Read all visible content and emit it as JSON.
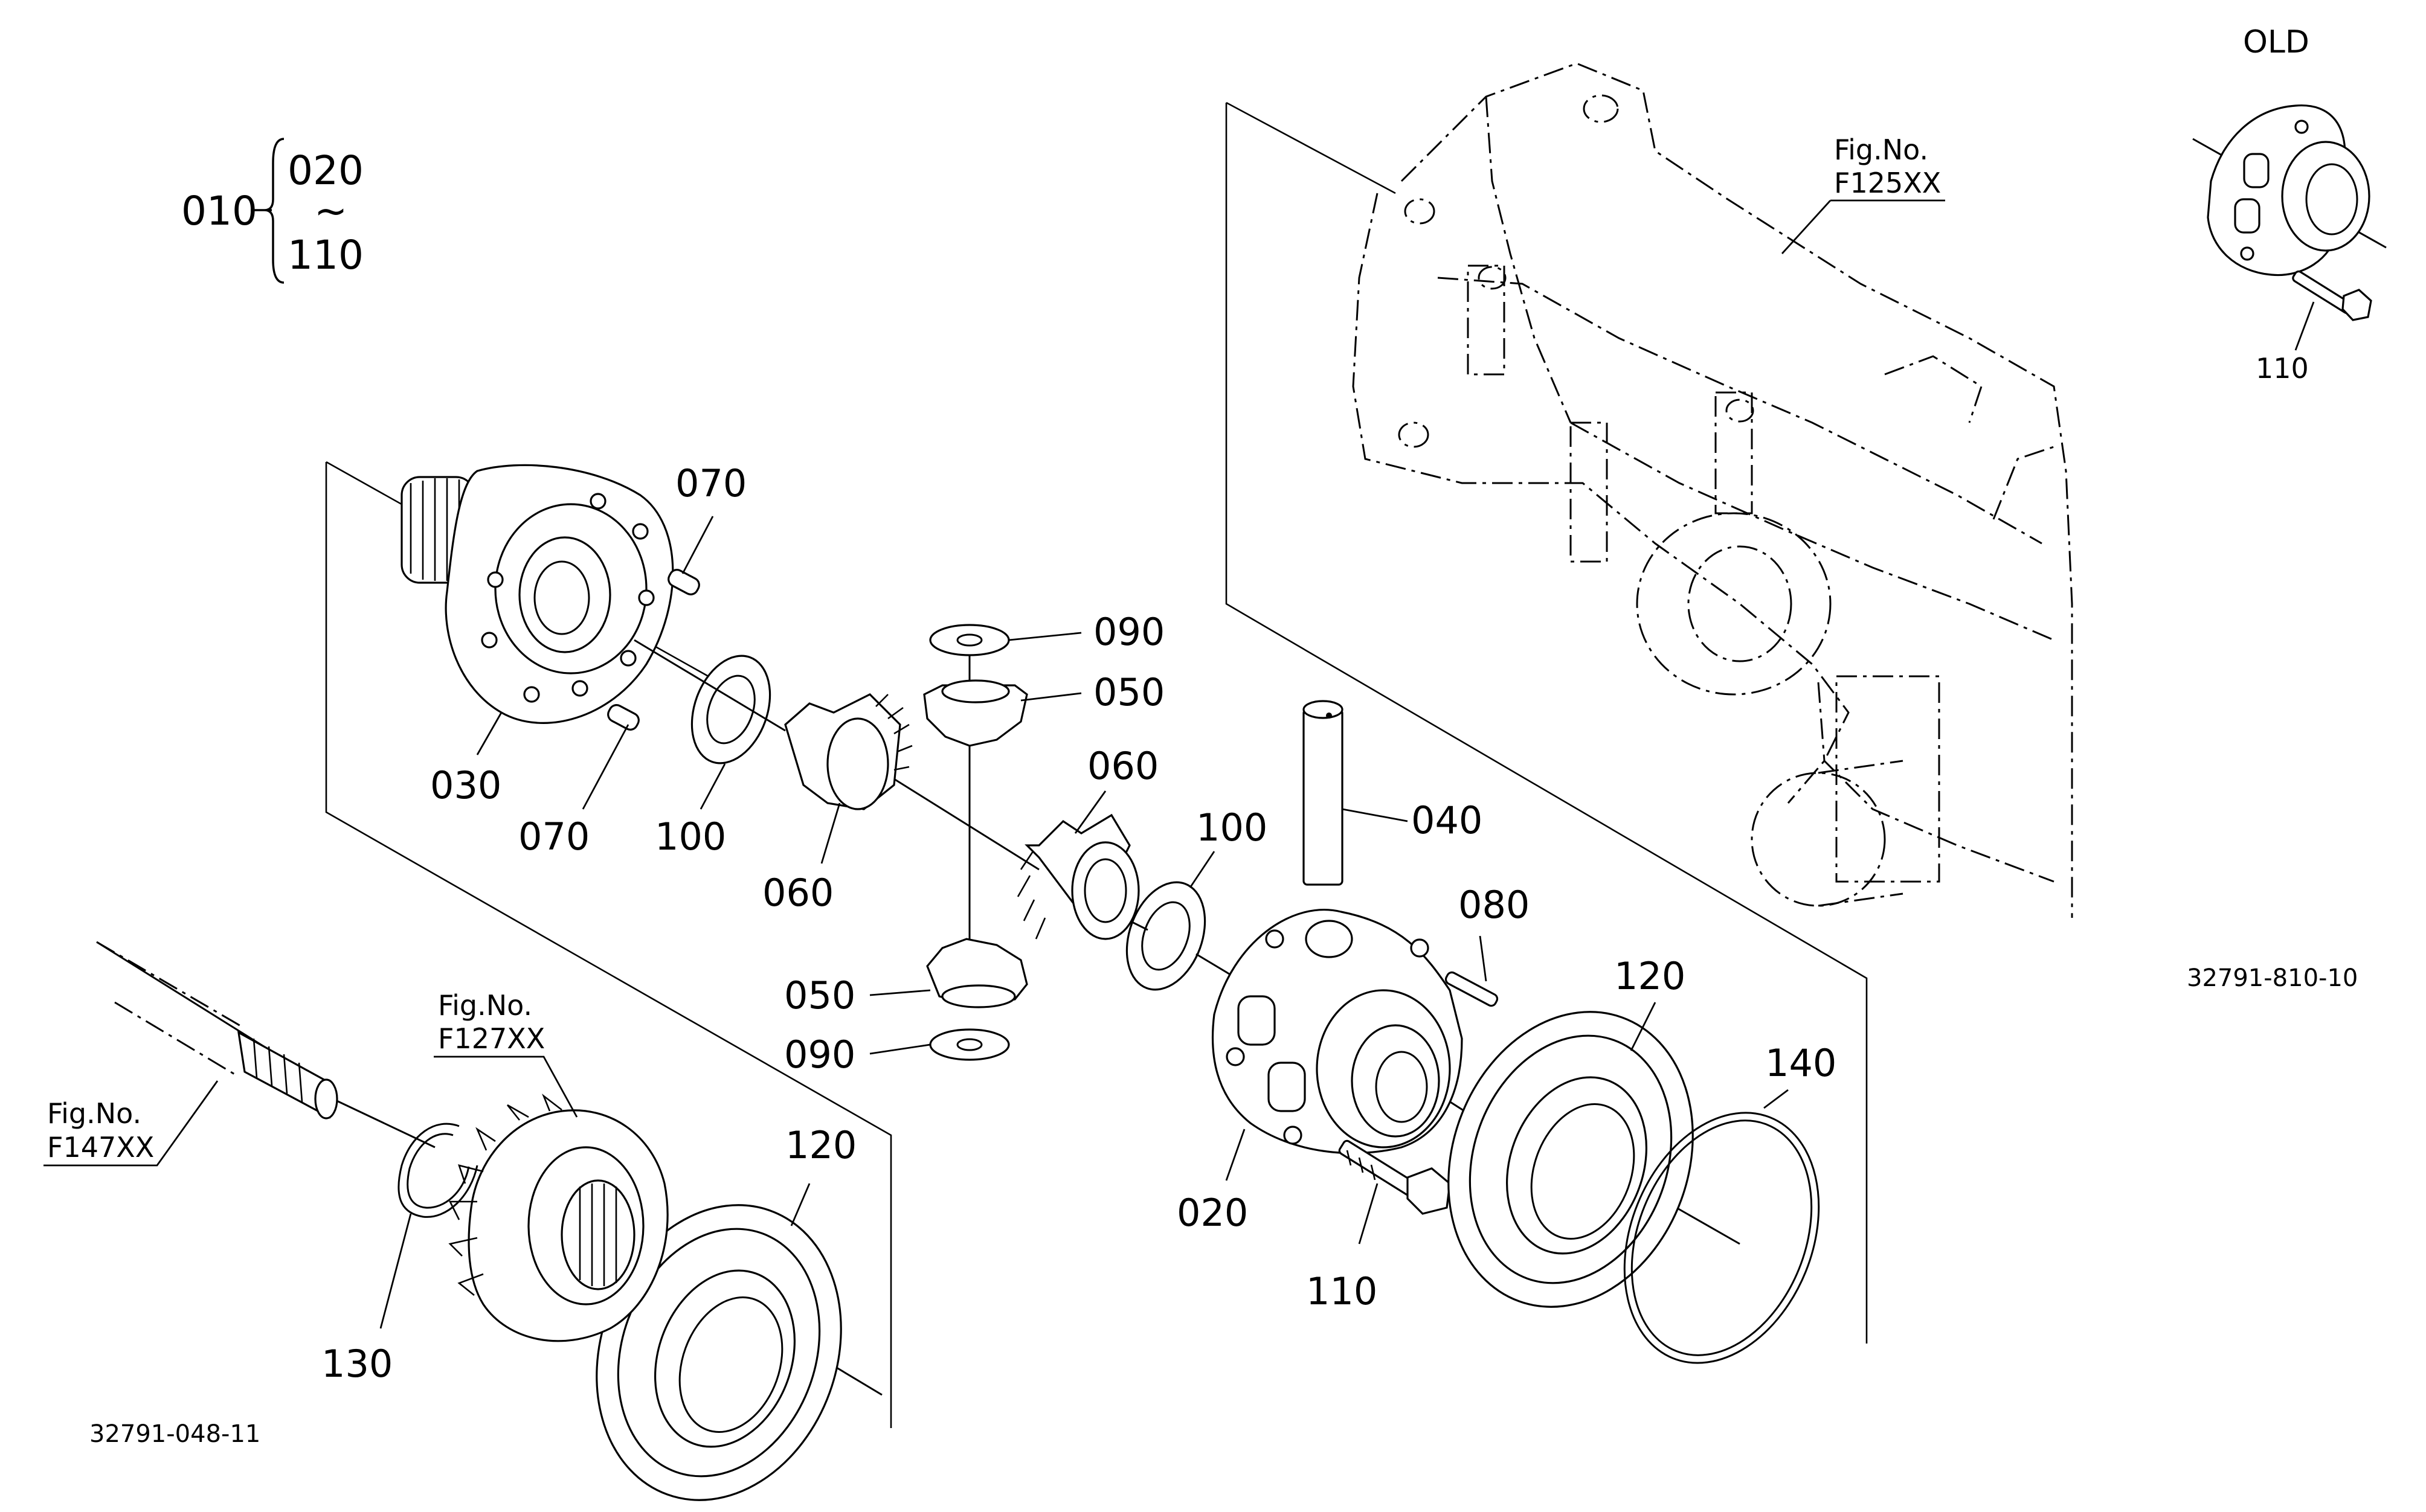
{
  "group_assembly": {
    "parent": "010",
    "first": "020",
    "range_symbol": "~",
    "last": "110"
  },
  "old_section": {
    "heading": "OLD",
    "part_label": "110",
    "drawing_code": "32791-810-10"
  },
  "figure_refs": {
    "housing": {
      "line1": "Fig.No.",
      "line2": "F125XX"
    },
    "gear": {
      "line1": "Fig.No.",
      "line2": "F127XX"
    },
    "shaft": {
      "line1": "Fig.No.",
      "line2": "F147XX"
    }
  },
  "part_labels": {
    "p070_top": "070",
    "p070_bottom": "070",
    "p030": "030",
    "p100_left": "100",
    "p090_top": "090",
    "p050_top": "050",
    "p060_left": "060",
    "p060_right": "060",
    "p100_right": "100",
    "p040": "040",
    "p080": "080",
    "p050_bottom": "050",
    "p090_bottom": "090",
    "p120_right": "120",
    "p140": "140",
    "p020": "020",
    "p110": "110",
    "p120_left": "120",
    "p130": "130"
  },
  "drawing_code": "32791-048-11"
}
